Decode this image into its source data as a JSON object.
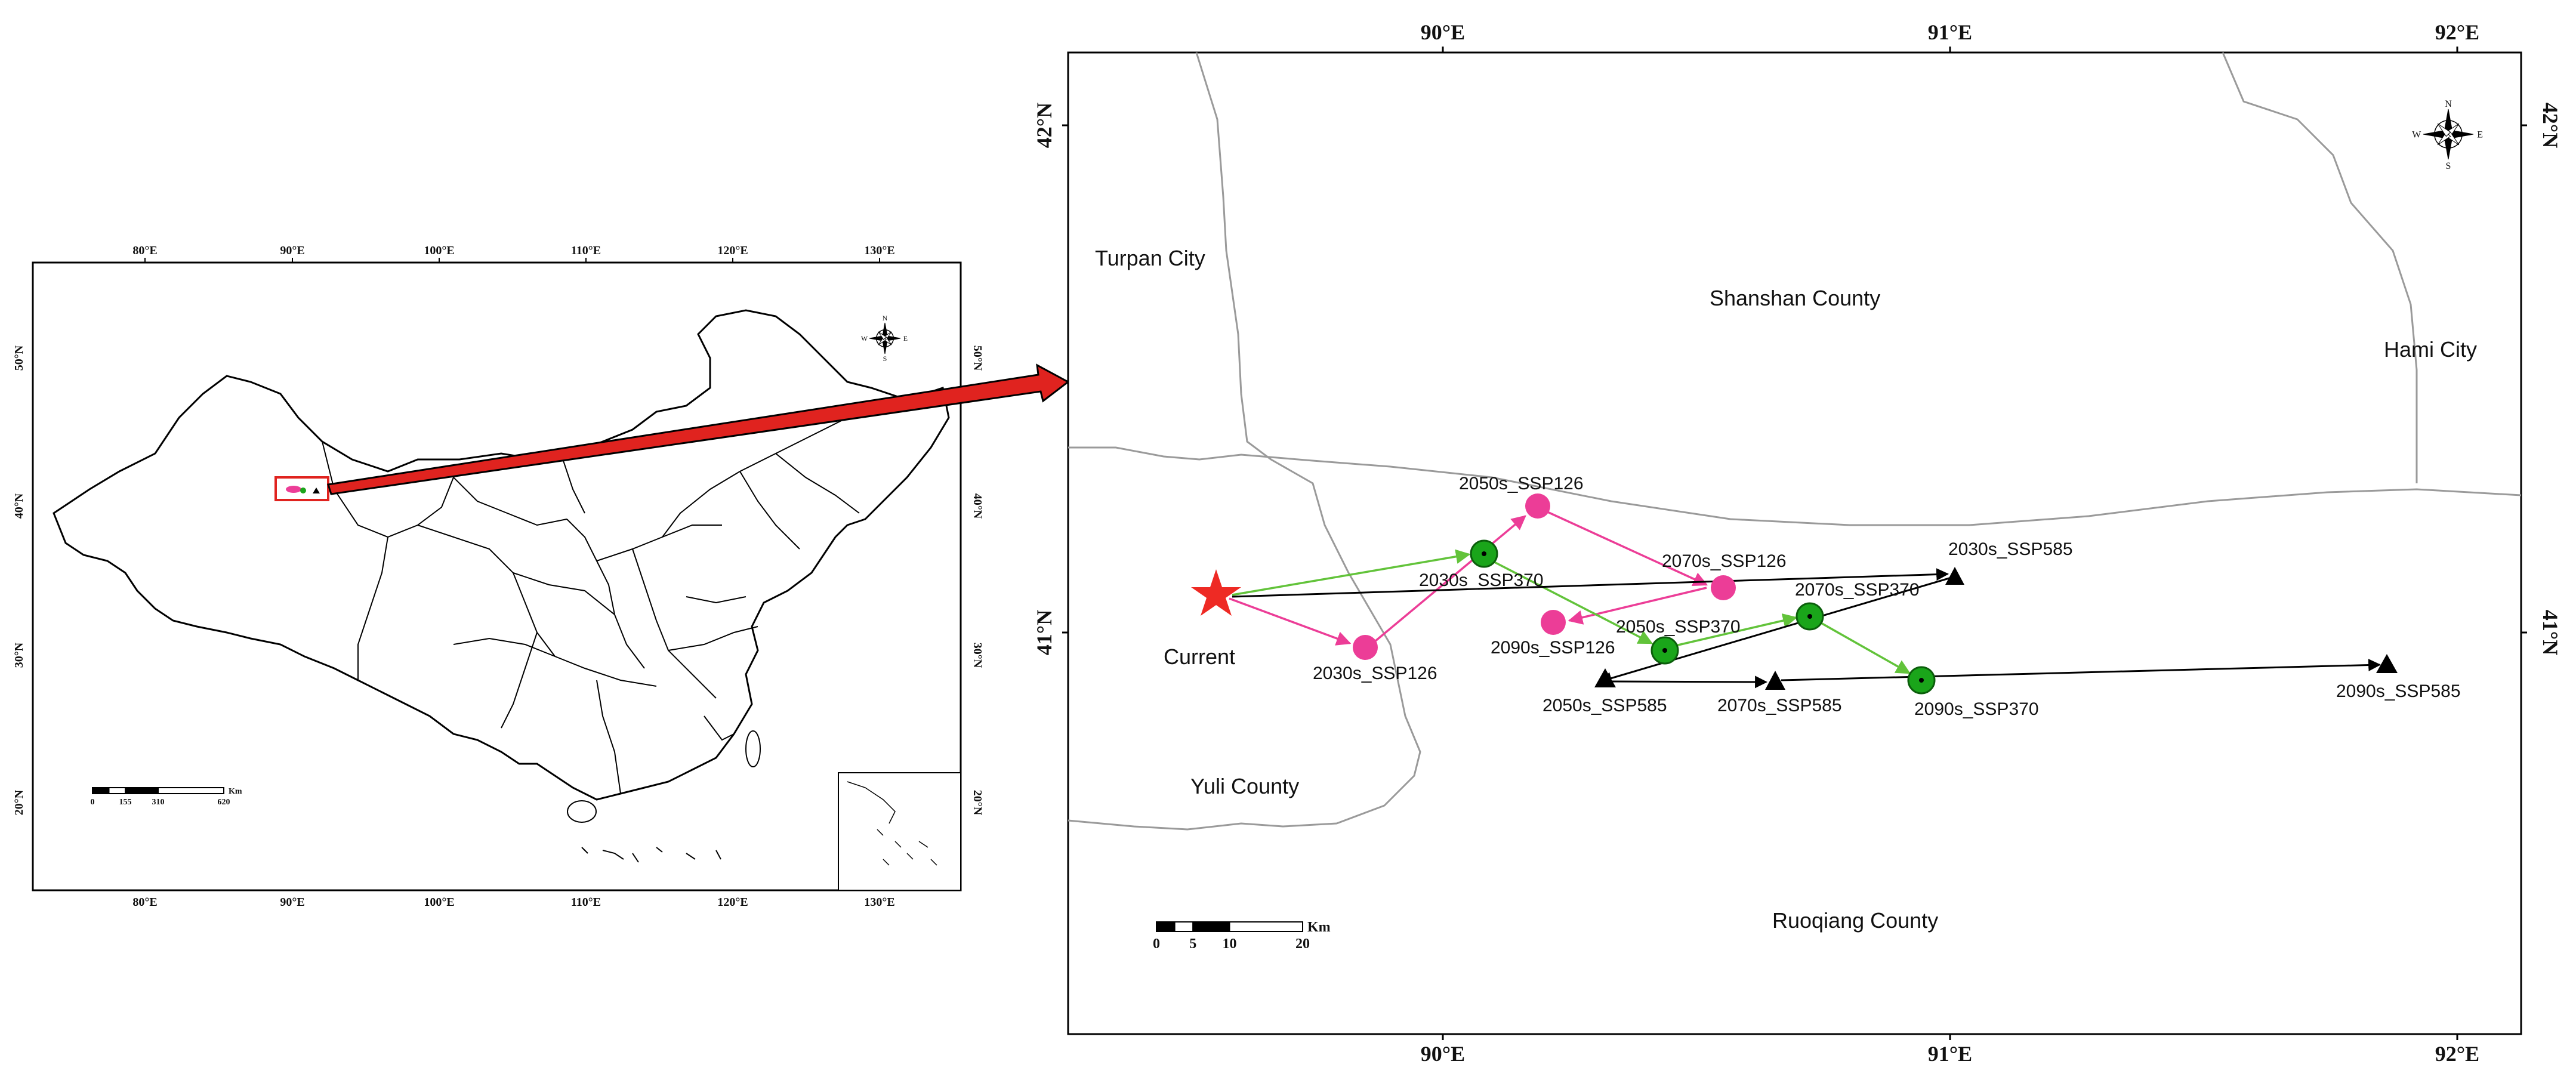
{
  "overview_map": {
    "top_ticks": [
      "80°E",
      "90°E",
      "100°E",
      "110°E",
      "120°E",
      "130°E"
    ],
    "bottom_ticks": [
      "80°E",
      "90°E",
      "100°E",
      "110°E",
      "120°E",
      "130°E"
    ],
    "left_ticks": [
      "50°N",
      "40°N",
      "30°N",
      "20°N"
    ],
    "right_ticks": [
      "50°N",
      "40°N",
      "30°N",
      "20°N"
    ],
    "north_arrow": {
      "n": "N",
      "s": "S",
      "e": "E",
      "w": "W"
    },
    "scale_bar": {
      "labels": [
        "0",
        "155",
        "310",
        "620"
      ],
      "unit": "Km"
    }
  },
  "detail_map": {
    "top_ticks": [
      "90°E",
      "91°E",
      "92°E"
    ],
    "bottom_ticks": [
      "90°E",
      "91°E",
      "92°E"
    ],
    "left_ticks": [
      "42°N",
      "41°N"
    ],
    "right_ticks": [
      "42°N",
      "41°N"
    ],
    "north_arrow": {
      "n": "N",
      "s": "S",
      "e": "E",
      "w": "W"
    },
    "scale_bar": {
      "labels": [
        "0",
        "5",
        "10",
        "20"
      ],
      "unit": "Km"
    },
    "regions": [
      "Turpan City",
      "Shanshan County",
      "Hami City",
      "Yuli County",
      "Ruoqiang County"
    ],
    "current_label": "Current",
    "point_labels": {
      "p126_2030": "2030s_SSP126",
      "p126_2050": "2050s_SSP126",
      "p126_2070": "2070s_SSP126",
      "p126_2090": "2090s_SSP126",
      "p370_2030": "2030s_SSP370",
      "p370_2050": "2050s_SSP370",
      "p370_2070": "2070s_SSP370",
      "p370_2090": "2090s_SSP370",
      "p585_2030": "2030s_SSP585",
      "p585_2050": "2050s_SSP585",
      "p585_2070": "2070s_SSP585",
      "p585_2090": "2090s_SSP585"
    }
  },
  "colors": {
    "ssp126": "#ec3d97",
    "ssp370": "#1aa51a",
    "ssp370_line": "#62c33a",
    "ssp585": "#000000",
    "current_star": "#ee2a24",
    "pointer_arrow": "#e0231f",
    "boundary": "#9a9a9a"
  }
}
